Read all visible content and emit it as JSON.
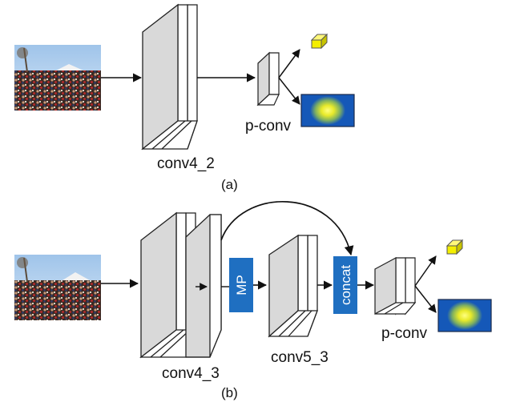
{
  "panel_a": {
    "caption": "(a)",
    "layer_label": "conv4_2",
    "pconv_label": "p-conv"
  },
  "panel_b": {
    "caption": "(b)",
    "layer1_label": "conv4_3",
    "layer2_label": "conv5_3",
    "pool_label": "MP",
    "concat_label": "concat",
    "pconv_label": "p-conv"
  },
  "icons": {
    "input": "crowd-photo",
    "box_output": "yellow-box-icon",
    "heatmap_output": "density-heatmap-icon"
  },
  "colors": {
    "layer_face": "#d9d9d9",
    "op_block": "#1f6fc1",
    "heatmap_bg": "#1558b8",
    "heatmap_glow": "#f2ee2a",
    "box_yellow": "#f4ef00"
  }
}
